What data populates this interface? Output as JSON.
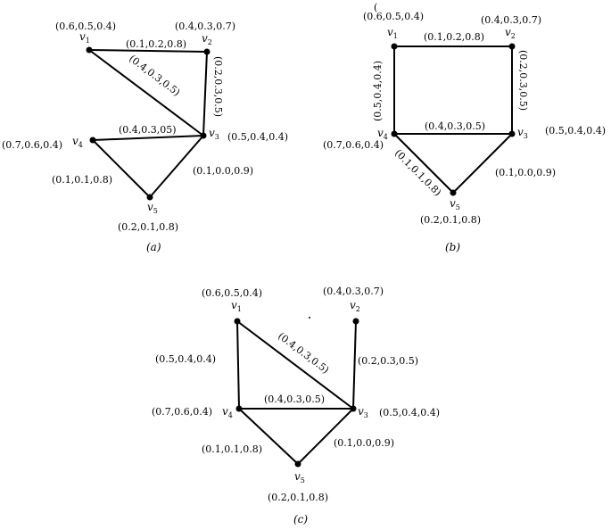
{
  "graphs": [
    {
      "caption": "(a)",
      "vertices": [
        {
          "name": "v",
          "sub": "1",
          "value": "(0.6,0.5,0.4)"
        },
        {
          "name": "v",
          "sub": "2",
          "value": "(0.4,0.3,0.7)"
        },
        {
          "name": "v",
          "sub": "3",
          "value": "(0.5,0.4,0.4)"
        },
        {
          "name": "v",
          "sub": "4",
          "value": "(0.7,0.6,0.4)"
        },
        {
          "name": "v",
          "sub": "5",
          "value": "(0.2,0.1,0.8)"
        }
      ],
      "edges": [
        {
          "from": "v1",
          "to": "v2",
          "value": "(0.1,0.2,0.8)"
        },
        {
          "from": "v1",
          "to": "v3",
          "value": "(0.4,0.3,0.5)"
        },
        {
          "from": "v2",
          "to": "v3",
          "value": "(0.2,0.3,0.5)"
        },
        {
          "from": "v4",
          "to": "v3",
          "value": "(0.4,0.3,05)"
        },
        {
          "from": "v4",
          "to": "v5",
          "value": "(0.1,0.1,0.8)"
        },
        {
          "from": "v3",
          "to": "v5",
          "value": "(0.1,0.0,0.9)"
        }
      ]
    },
    {
      "caption": "(b)",
      "stray_mark": "(",
      "vertices": [
        {
          "name": "v",
          "sub": "1",
          "value": "(0.6,0.5,0.4)"
        },
        {
          "name": "v",
          "sub": "2",
          "value": "(0.4,0.3,0.7)"
        },
        {
          "name": "v",
          "sub": "3",
          "value": "(0.5,0.4,0.4)"
        },
        {
          "name": "v",
          "sub": "4",
          "value": "(0.7,0.6,0.4)"
        },
        {
          "name": "v",
          "sub": "5",
          "value": "(0.2,0.1,0.8)"
        }
      ],
      "edges": [
        {
          "from": "v1",
          "to": "v2",
          "value": "(0.1,0.2,0.8)"
        },
        {
          "from": "v2",
          "to": "v3",
          "value": "(0.2,0.3,0.5)"
        },
        {
          "from": "v1",
          "to": "v4",
          "value": "(0.5,0.4,0.4)"
        },
        {
          "from": "v4",
          "to": "v3",
          "value": "(0.4,0.3,0.5)"
        },
        {
          "from": "v4",
          "to": "v5",
          "value": "(0.1,0.1,0.8)"
        },
        {
          "from": "v3",
          "to": "v5",
          "value": "(0.1,0.0,0.9)"
        }
      ]
    },
    {
      "caption": "(c)",
      "vertices": [
        {
          "name": "v",
          "sub": "1",
          "value": "(0.6,0.5,0.4)"
        },
        {
          "name": "v",
          "sub": "2",
          "value": "(0.4,0.3,0.7)"
        },
        {
          "name": "v",
          "sub": "3",
          "value": "(0.5,0.4,0.4)"
        },
        {
          "name": "v",
          "sub": "4",
          "value": "(0.7,0.6,0.4)"
        },
        {
          "name": "v",
          "sub": "5",
          "value": "(0.2,0.1,0.8)"
        }
      ],
      "edges": [
        {
          "from": "v1",
          "to": "v3",
          "value": "(0.4,0.3,0.5)"
        },
        {
          "from": "v2",
          "to": "v3",
          "value": "(0.2,0.3,0.5)"
        },
        {
          "from": "v1",
          "to": "v4",
          "value": "(0.5,0.4,0.4)"
        },
        {
          "from": "v4",
          "to": "v3",
          "value": "(0.4,0.3,0.5)"
        },
        {
          "from": "v4",
          "to": "v5",
          "value": "(0.1,0.1,0.8)"
        },
        {
          "from": "v3",
          "to": "v5",
          "value": "(0.1,0.0,0.9)"
        }
      ]
    }
  ]
}
